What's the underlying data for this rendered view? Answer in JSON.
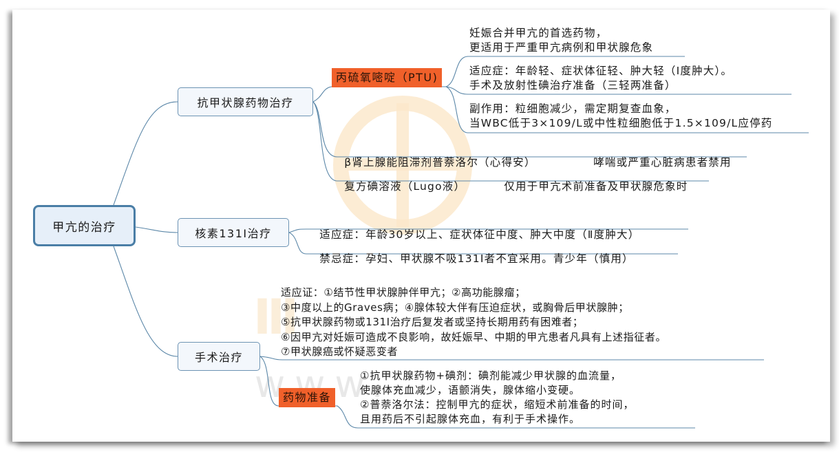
{
  "root": {
    "label": "甲亢的治疗"
  },
  "branches": {
    "drug": {
      "label": "抗甲状腺药物治疗",
      "ptu": {
        "label": "丙硫氧嘧啶（PTU)",
        "notes": [
          {
            "line1": "妊娠合并甲亢的首选药物，",
            "line2": "更适用于严重甲亢病例和甲状腺危象"
          },
          {
            "line1": "适应症：年龄轻、症状体征轻、肿大轻（Ⅰ度肿大）。",
            "line2": "手术及放射性碘治疗准备（三轻两准备）"
          },
          {
            "line1": "副作用：粒细胞减少，需定期复查血象，",
            "line2": "当WBC低于3×109/L或中性粒细胞低于1.5×109/L应停药"
          }
        ]
      },
      "beta_blocker": {
        "label": "β肾上腺能阻滞剂普萘洛尔（心得安）",
        "note": "哮喘或严重心脏病患者禁用"
      },
      "lugol": {
        "label": "复方碘溶液（Lugo液）",
        "note": "仅用于甲亢术前准备及甲状腺危象时"
      }
    },
    "radio": {
      "label": "核素131I治疗",
      "indication": "适应症：年龄30岁以上、症状体征中度、肿大中度（Ⅱ度肿大）",
      "contraindication": "禁忌症：孕妇、甲状腺不吸131I者不宜采用。青少年（慎用）"
    },
    "surgery": {
      "label": "手术治疗",
      "indications": [
        "适应证：①结节性甲状腺肿伴甲亢；②高功能腺瘤；",
        "③中度以上的Graves病；④腺体较大伴有压迫症状，或胸骨后甲状腺肿；",
        "⑤抗甲状腺药物或131I治疗后复发者或坚持长期用药有困难者；",
        "⑥因甲亢对妊娠可造成不良影响，故妊娠早、中期的甲亢患者凡具有上述指征者。",
        "⑦甲状腺癌或怀疑恶变者"
      ],
      "prep": {
        "label": "药物准备",
        "lines": [
          "①抗甲状腺药物+碘剂：碘剂能减少甲状腺的血流量，",
          "使腺体充血减少，语颤消失，腺体缩小变硬。",
          "②普萘洛尔法：控制甲亢的症状，缩短术前准备的时间，",
          "且用药后不引起腺体充血，有利于手术操作。"
        ]
      }
    }
  },
  "watermark": {
    "text": "www.",
    "logo_color": "#f6c27a"
  },
  "colors": {
    "link": "#5b87a8",
    "highlight": "#f0602a",
    "root_border": "#4a7ea6"
  }
}
